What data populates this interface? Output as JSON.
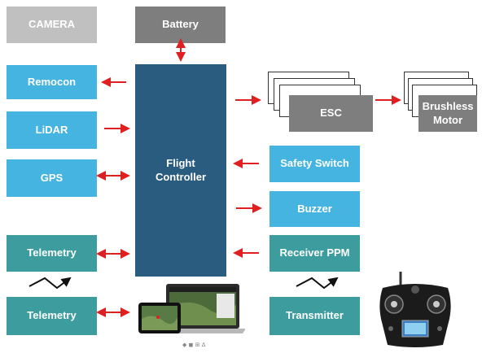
{
  "blocks": {
    "camera": "CAMERA",
    "battery": "Battery",
    "remocon": "Remocon",
    "lidar": "LiDAR",
    "gps": "GPS",
    "flight_controller_line1": "Flight",
    "flight_controller_line2": "Controller",
    "esc": "ESC",
    "motor_line1": "Brushless",
    "motor_line2": "Motor",
    "safety_switch": "Safety Switch",
    "buzzer": "Buzzer",
    "receiver_ppm": "Receiver PPM",
    "telemetry_air": "Telemetry",
    "telemetry_ground": "Telemetry",
    "transmitter": "Transmitter"
  },
  "colors": {
    "light_gray": "#c0c0c0",
    "dark_gray": "#7e7e7e",
    "light_blue": "#45b4e0",
    "teal": "#3d9d9e",
    "navy": "#2a5c80",
    "arrow_red": "#e02020"
  },
  "icons": [
    "wireless-link-icon",
    "laptop-tablet-ground-station-icon",
    "rc-transmitter-icon"
  ]
}
